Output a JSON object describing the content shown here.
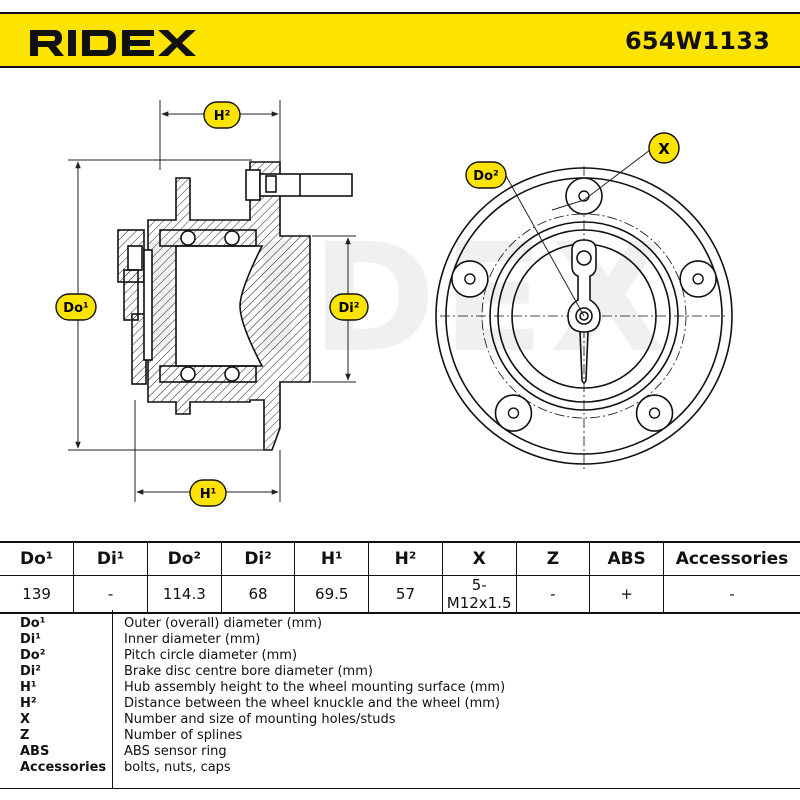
{
  "header": {
    "logo_text": "RIDEX",
    "part_number": "654W1133",
    "band_color": "#fde300"
  },
  "drawing": {
    "watermark": "RIDEX",
    "labels": {
      "h2": "H²",
      "h1": "H¹",
      "do1": "Do¹",
      "di2": "Di²",
      "do2": "Do²",
      "x": "X"
    },
    "label_fill": "#fde300"
  },
  "spec_table": {
    "headers": [
      "Do¹",
      "Di¹",
      "Do²",
      "Di²",
      "H¹",
      "H²",
      "X",
      "Z",
      "ABS",
      "Accessories"
    ],
    "values": [
      "139",
      "-",
      "114.3",
      "68",
      "69.5",
      "57",
      "5-M12x1.5",
      "-",
      "+",
      "-"
    ]
  },
  "legend": [
    {
      "key": "Do¹",
      "desc": "Outer (overall) diameter (mm)"
    },
    {
      "key": "Di¹",
      "desc": "Inner diameter (mm)"
    },
    {
      "key": "Do²",
      "desc": "Pitch circle diameter (mm)"
    },
    {
      "key": "Di²",
      "desc": "Brake disc centre bore diameter (mm)"
    },
    {
      "key": "H¹",
      "desc": "Hub assembly height to the wheel mounting surface (mm)"
    },
    {
      "key": "H²",
      "desc": "Distance between the wheel knuckle and the wheel (mm)"
    },
    {
      "key": "X",
      "desc": "Number and size of mounting holes/studs"
    },
    {
      "key": "Z",
      "desc": "Number of splines"
    },
    {
      "key": "ABS",
      "desc": "ABS sensor ring"
    },
    {
      "key": "Accessories",
      "desc": "bolts, nuts, caps"
    }
  ]
}
